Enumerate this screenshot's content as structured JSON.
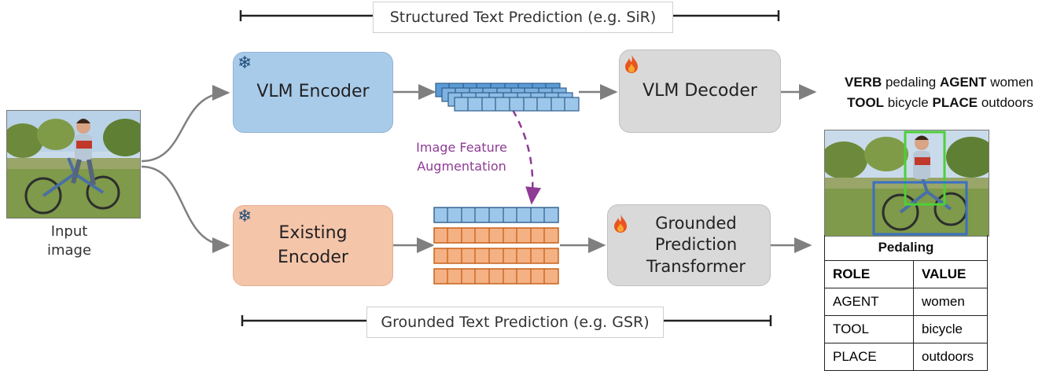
{
  "top_range": {
    "label": "Structured Text Prediction (e.g. SiR)"
  },
  "bottom_range": {
    "label": "Grounded Text Prediction (e.g. GSR)"
  },
  "input": {
    "label": "Input\nimage"
  },
  "boxes": {
    "vlm_encoder": "VLM Encoder",
    "vlm_decoder": "VLM Decoder",
    "existing_encoder": "Existing\nEncoder",
    "grounded_transformer": "Grounded\nPrediction\nTransformer"
  },
  "augmentation_label": "Image Feature\nAugmentation",
  "output_text": {
    "line1": [
      {
        "text": "VERB",
        "bold": true
      },
      {
        "text": " pedaling ",
        "bold": false
      },
      {
        "text": "AGENT",
        "bold": true
      },
      {
        "text": " women",
        "bold": false
      }
    ],
    "line2": [
      {
        "text": "TOOL",
        "bold": true
      },
      {
        "text": " bicycle ",
        "bold": false
      },
      {
        "text": "PLACE",
        "bold": true
      },
      {
        "text": " outdoors",
        "bold": false
      }
    ]
  },
  "output_table": {
    "title": "Pedaling",
    "headers": [
      "ROLE",
      "VALUE"
    ],
    "rows": [
      [
        "AGENT",
        "women"
      ],
      [
        "TOOL",
        "bicycle"
      ],
      [
        "PLACE",
        "outdoors"
      ]
    ]
  },
  "icons": {
    "frozen": "snowflake-icon",
    "trainable": "fire-icon"
  },
  "colors": {
    "vlm_encoder_fill": "#a9cbea",
    "existing_encoder_fill": "#f5c5aa",
    "decoder_fill": "#d9d9d9",
    "blue_token": "#5b9bd5",
    "orange_token": "#ed7d31",
    "augmentation": "#8e3b95",
    "agent_box": "#4cd137",
    "tool_box": "#3a6fc4"
  }
}
